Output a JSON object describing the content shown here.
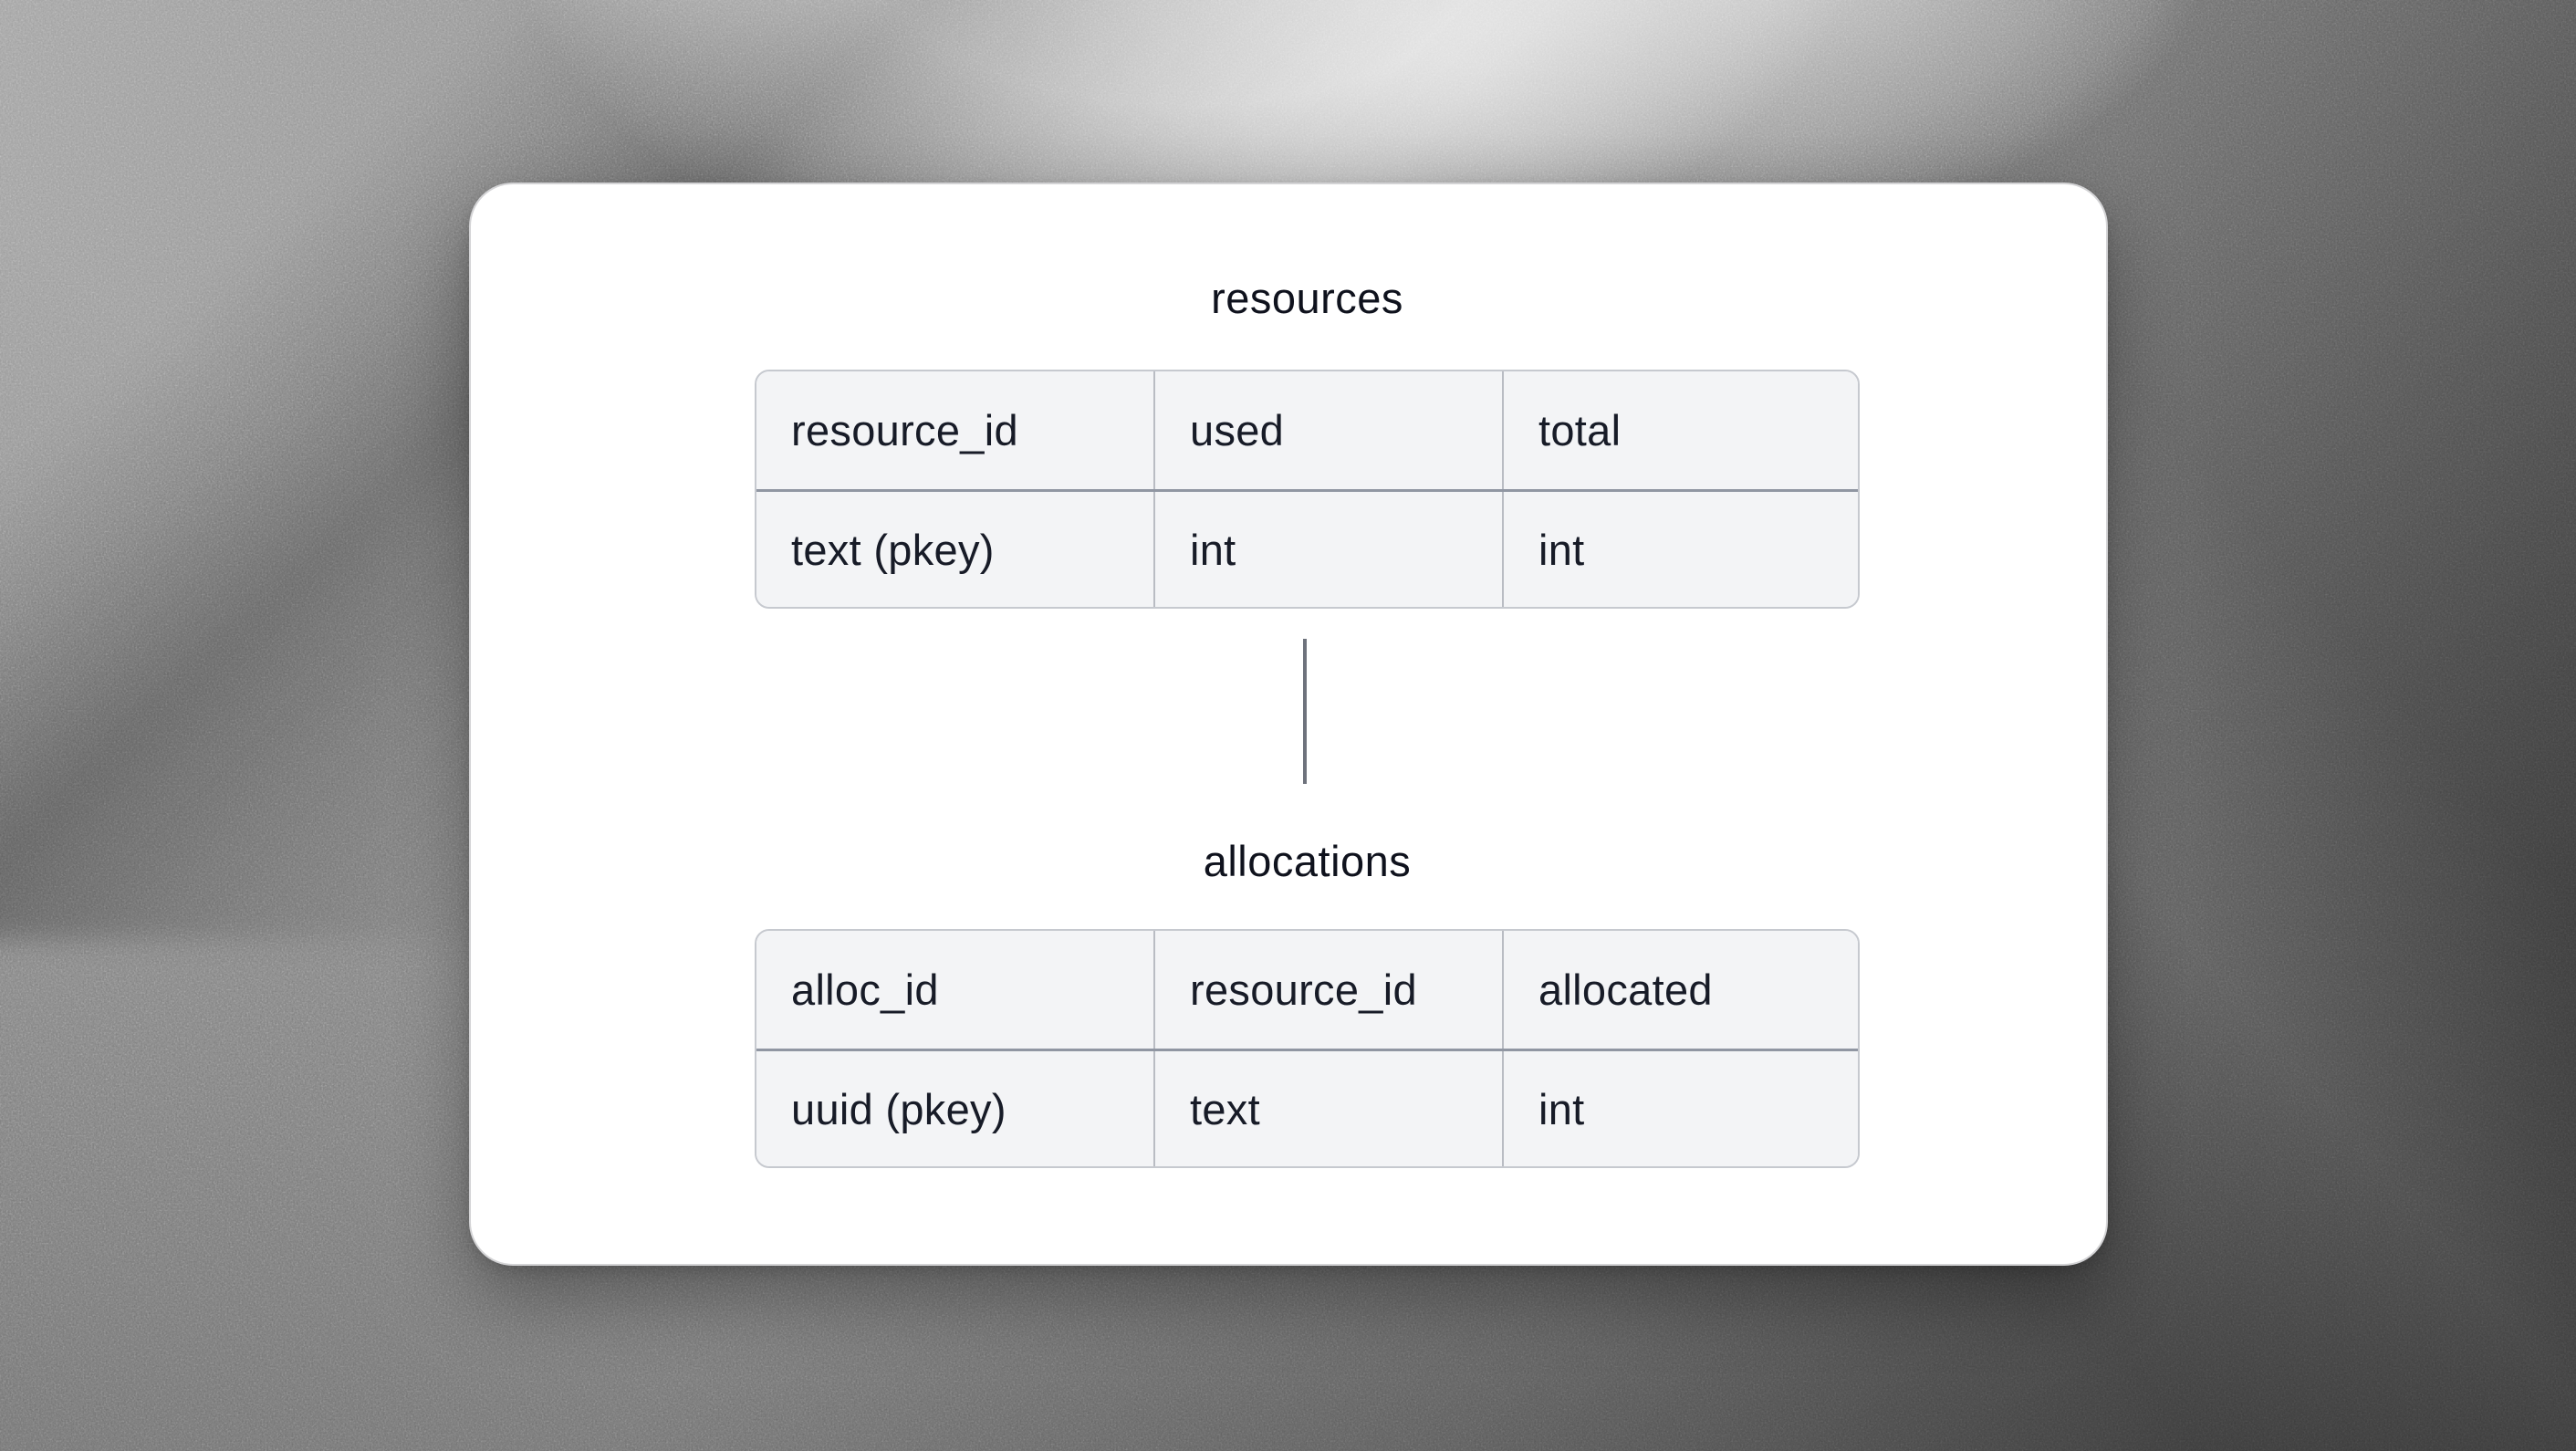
{
  "schema": {
    "tables": [
      {
        "name": "resources",
        "header": [
          "resource_id",
          "used",
          "total"
        ],
        "types": [
          "text (pkey)",
          "int",
          "int"
        ]
      },
      {
        "name": "allocations",
        "header": [
          "alloc_id",
          "resource_id",
          "allocated"
        ],
        "types": [
          "uuid (pkey)",
          "text",
          "int"
        ]
      }
    ],
    "relationship": {
      "from": "resources",
      "to": "allocations",
      "connector": "vertical-line"
    }
  },
  "colors": {
    "card_background": "#ffffff",
    "card_border": "#d3d3d5",
    "cell_background": "#f3f4f6",
    "table_border": "#c6c9cf",
    "row_divider": "#9096a2",
    "column_divider": "#b9bcc3",
    "text": "#171b27",
    "connector": "#6e727c",
    "wallpaper_light": "#ededed",
    "wallpaper_mid": "#808080",
    "wallpaper_dark": "#474747"
  }
}
